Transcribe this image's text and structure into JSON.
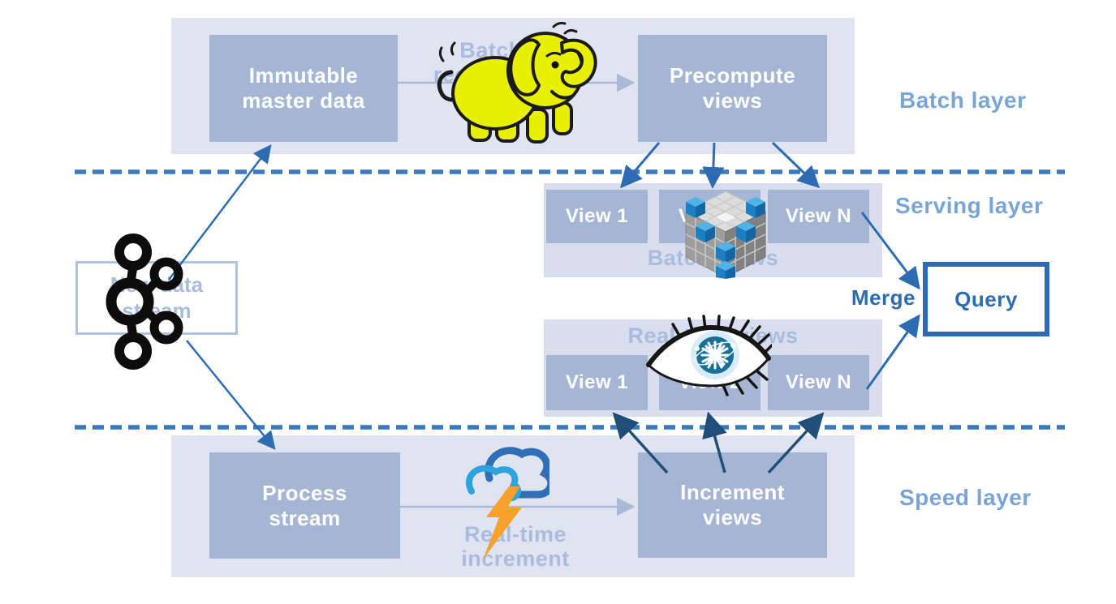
{
  "diagram": {
    "layer_labels": {
      "batch": "Batch layer",
      "serving": "Serving layer",
      "speed": "Speed layer"
    },
    "batch": {
      "immutable_box": [
        "Immutable",
        "master data"
      ],
      "recompute_caption": [
        "Batch",
        "recompute"
      ],
      "precompute_box": [
        "Precompute",
        "views"
      ]
    },
    "serving": {
      "batch_views_caption": "Batch views",
      "batch_views": [
        "View 1",
        "View 2",
        "View N"
      ],
      "realtime_views_caption": "Real-time views",
      "realtime_views": [
        "View 1",
        "View 2",
        "View N"
      ],
      "merge_label": "Merge",
      "query_label": "Query"
    },
    "speed": {
      "process_box": [
        "Process",
        "stream"
      ],
      "increment_caption": [
        "Real-time",
        "increment"
      ],
      "increment_box": [
        "Increment",
        "views"
      ]
    },
    "input": {
      "new_data_box": [
        "New data",
        "stream"
      ]
    },
    "icons": {
      "kafka": "kafka-logo",
      "hadoop": "hadoop-elephant-logo",
      "cube": "batch-views-cube",
      "eye": "realtime-eye",
      "storm": "cloud-lightning"
    },
    "colors": {
      "band_bg": "#e0e4f1",
      "container_bg": "#d8deee",
      "box_fill": "#a5b6d4",
      "box_text": "#ffffff",
      "caption_text": "#a9bcde",
      "layer_label_text": "#79a5d6",
      "accent_blue": "#2d6cb2",
      "navy_arrow": "#1f4e79",
      "gray_arrow": "#a9b9d6",
      "dashed_line": "#3b79bd",
      "bolt_orange": "#f7a12d",
      "elephant_yellow": "#e9ef00"
    }
  }
}
